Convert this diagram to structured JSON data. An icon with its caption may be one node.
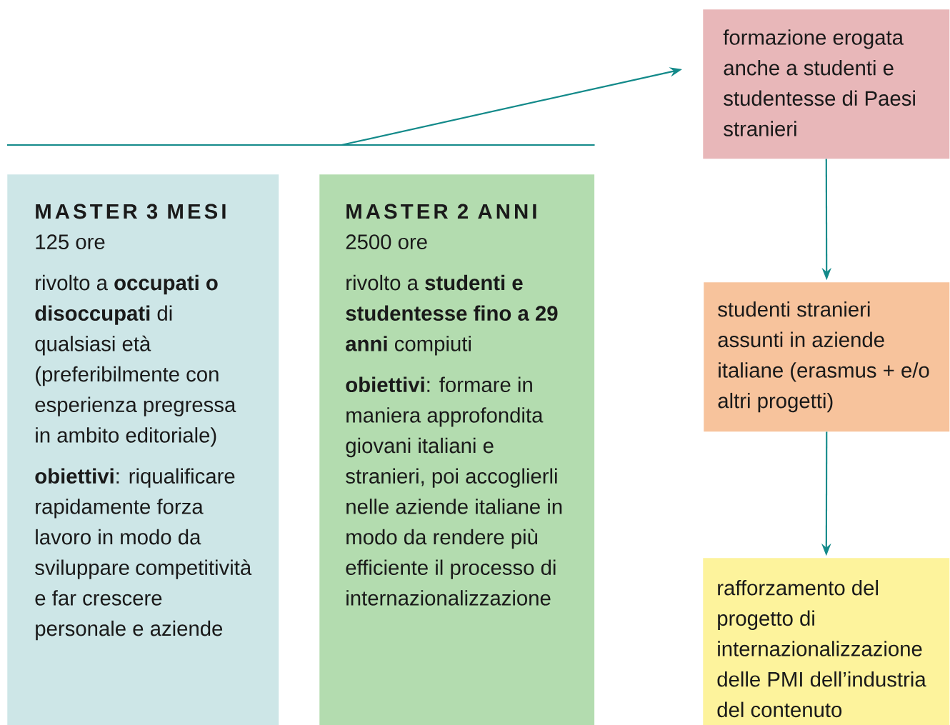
{
  "diagram": {
    "nodes": [
      {
        "text": [
          "MASTER 3 MESI",
          "125 ore",
          "rivolto a **occupati o disoccupati** di qualsiasi età (preferibilmente con esperienza pregressa in ambito editoriale)",
          "**obiettivi**: riqualificare rapidamente forza lavoro in modo da sviluppare competitività e far crescere personale e aziende"
        ]
      },
      {
        "text": [
          "MASTER 2 ANNI",
          "2500 ore",
          "rivolto a **studenti e studentesse fino a 29 anni** compiuti",
          "**obiettivi**: formare in maniera approfondita giovani italiani e stranieri, poi accoglierli nelle aziende italiane in modo da rendere più efficiente il processo di internazionalizzazione"
        ]
      },
      {
        "text": [
          "formazione erogata anche a studenti e studentesse di Paesi stranieri"
        ]
      },
      {
        "text": [
          "studenti stranieri assunti in aziende italiane (erasmus + e/o altri progetti)"
        ]
      },
      {
        "text": [
          "rafforzamento del progetto di internazionalizzazione delle PMI dell’industria del contenuto"
        ]
      }
    ],
    "edges": [
      {
        "from": 0,
        "to": 2,
        "arrow": "to"
      },
      {
        "from": 1,
        "to": 2,
        "arrow": "to"
      },
      {
        "from": 2,
        "to": 3,
        "arrow": "to"
      },
      {
        "from": 3,
        "to": 4,
        "arrow": "to"
      }
    ]
  }
}
